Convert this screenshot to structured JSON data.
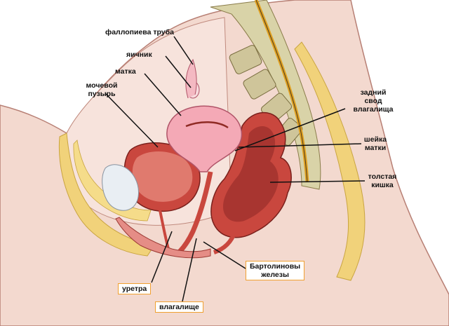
{
  "labels": {
    "fallopian_tube": "фаллопиева труба",
    "ovary": "яичник",
    "uterus": "матка",
    "bladder_line1": "мочевой",
    "bladder_line2": "пузырь",
    "posterior_fornix_line1": "задний",
    "posterior_fornix_line2": "свод",
    "posterior_fornix_line3": "влагалища",
    "cervix_line1": "шейка",
    "cervix_line2": "матки",
    "colon_line1": "толстая",
    "colon_line2": "кишка",
    "bartholin_line1": "Бартолиновы",
    "bartholin_line2": "железы",
    "urethra": "уретра",
    "vagina": "влагалище"
  },
  "colors": {
    "skin": "#f3d9cf",
    "fat": "#f1d27a",
    "uterus": "#f4a9b6",
    "organ_red": "#c9473e",
    "organ_dark": "#8f2a24",
    "bone": "#d9d3a8",
    "label_box_border": "#f0a030",
    "leader_line": "#111111"
  }
}
